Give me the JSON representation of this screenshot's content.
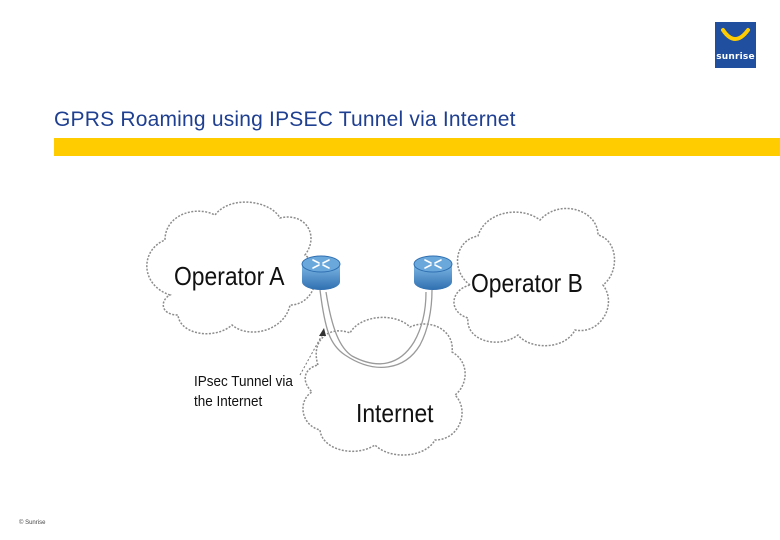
{
  "logo": {
    "brand": "sunrise"
  },
  "slide": {
    "title": "GPRS Roaming using IPSEC Tunnel via Internet"
  },
  "diagram": {
    "operator_a": "Operator A",
    "operator_b": "Operator B",
    "internet": "Internet",
    "tunnel_label_line1": "IPsec Tunnel via",
    "tunnel_label_line2": "the Internet"
  },
  "footer": {
    "copyright": "© Sunrise"
  },
  "colors": {
    "title": "#1f3f90",
    "accent_bar": "#ffcc00",
    "logo_bg": "#1f4f9e",
    "router": "#4a8fc8"
  }
}
